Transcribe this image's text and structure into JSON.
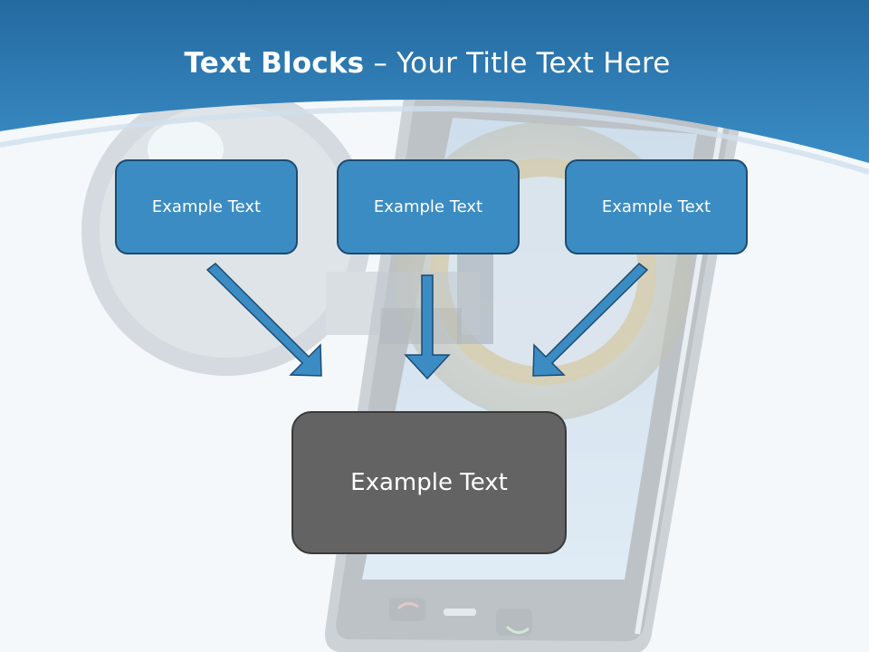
{
  "title": {
    "bold": "Text Blocks",
    "dash": " – ",
    "normal": "Your Title Text Here"
  },
  "blocks": {
    "left": "Example Text",
    "center": "Example Text",
    "right": "Example Text",
    "bottom": "Example Text"
  },
  "colors": {
    "header_blue": "#2f7db5",
    "block_blue": "#3c8cc4",
    "block_border": "#1d4a70",
    "bottom_gray": "#636363",
    "arrow_blue": "#3c8cc4"
  },
  "background_image": "key-and-mobile-phone"
}
